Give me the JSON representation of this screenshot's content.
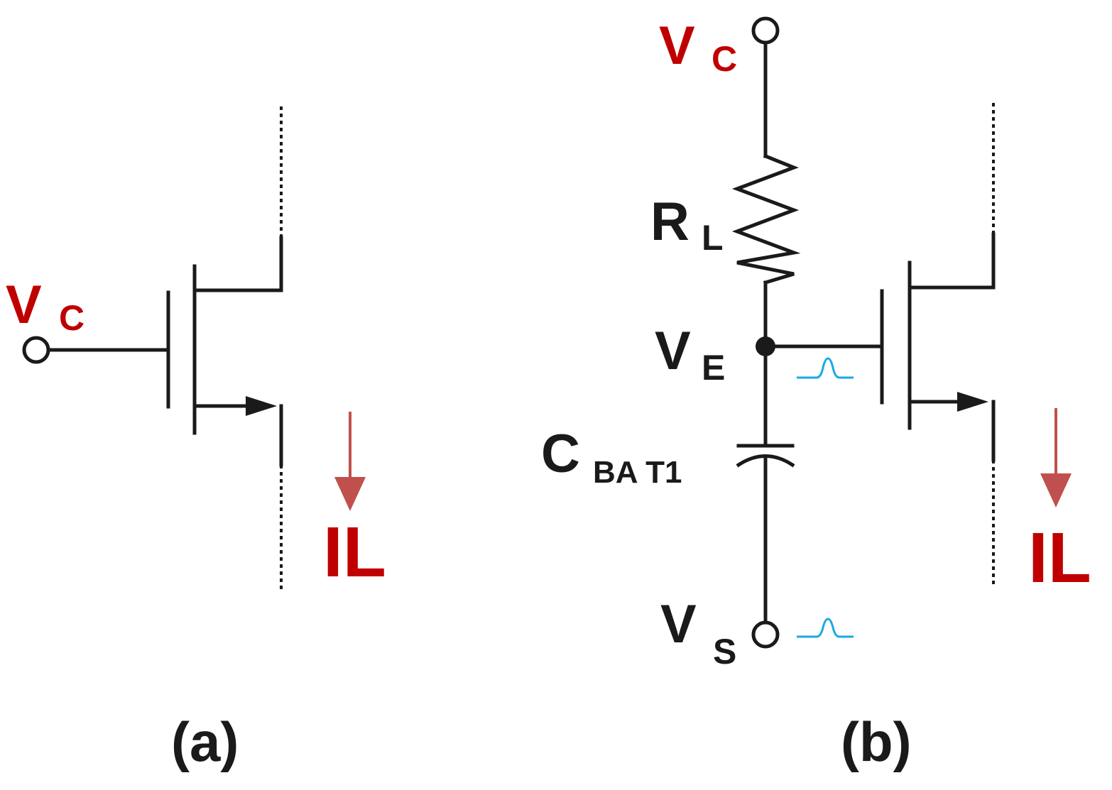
{
  "labels": {
    "a_vc_main": "V",
    "a_vc_sub": "C",
    "a_il": "IL",
    "a_caption": "(a)",
    "b_vc_main": "V",
    "b_vc_sub": "C",
    "b_rl_main": "R",
    "b_rl_sub": "L",
    "b_ve_main": "V",
    "b_ve_sub": "E",
    "b_cbat_main": "C",
    "b_cbat_sub": "BA T1",
    "b_vs_main": "V",
    "b_vs_sub": "S",
    "b_il": "IL",
    "b_caption": "(b)"
  },
  "colors": {
    "wire": "#1a1a1a",
    "label_red": "#c00000",
    "current_arrow": "#c0504d",
    "pulse": "#19a9e6"
  }
}
